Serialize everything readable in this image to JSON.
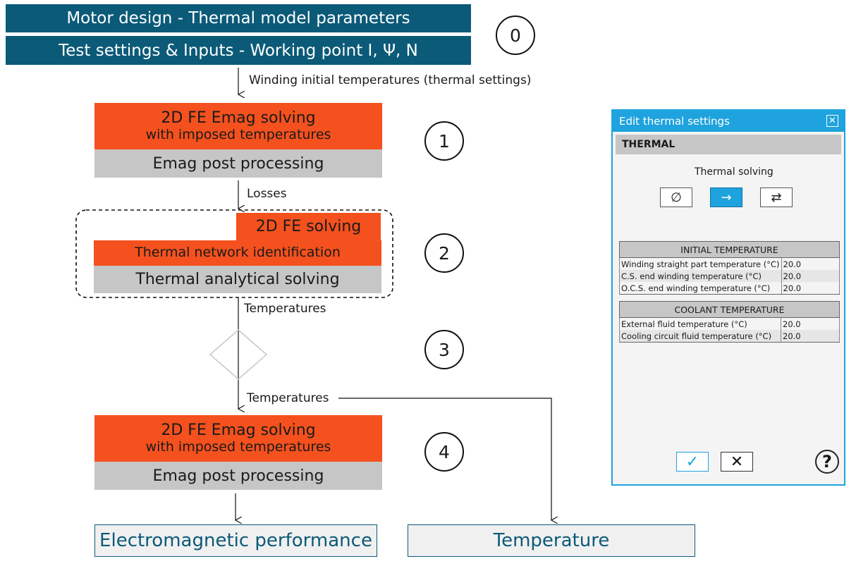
{
  "header": {
    "motor_design": "Motor design - Thermal model parameters",
    "test_settings": "Test settings & Inputs - Working point I, Ψ, N"
  },
  "steps": [
    "0",
    "1",
    "2",
    "3",
    "4"
  ],
  "flow": {
    "init_label": "Winding initial temperatures (thermal settings)",
    "block1": {
      "title": "2D FE Emag solving",
      "subtitle": "with imposed temperatures",
      "post": "Emag post processing"
    },
    "losses_label": "Losses",
    "block2": {
      "fe": "2D FE solving",
      "identification": "Thermal network identification",
      "analytical": "Thermal analytical solving"
    },
    "temperatures_label_1": "Temperatures",
    "temperatures_label_2": "Temperatures",
    "block4": {
      "title": "2D FE Emag solving",
      "subtitle": "with imposed temperatures",
      "post": "Emag post processing"
    },
    "output_emag": "Electromagnetic performance",
    "output_temp": "Temperature"
  },
  "colors": {
    "teal": "#0b5a78",
    "orange": "#f4511e",
    "grey": "#c6c6c6",
    "dialog_accent": "#1ea3de"
  },
  "dialog": {
    "title": "Edit thermal settings",
    "close_icon": "close-icon",
    "section": "THERMAL",
    "solving_label": "Thermal solving",
    "solving_options": [
      {
        "icon": "none-icon",
        "glyph": "∅",
        "selected": false
      },
      {
        "icon": "one-way-arrow-icon",
        "glyph": "→",
        "selected": true
      },
      {
        "icon": "two-way-arrows-icon",
        "glyph": "⇄",
        "selected": false
      }
    ],
    "initial_temperature": {
      "header": "INITIAL TEMPERATURE",
      "rows": [
        {
          "label": "Winding straight part temperature (°C)",
          "value": "20.0"
        },
        {
          "label": "C.S. end winding temperature (°C)",
          "value": "20.0"
        },
        {
          "label": "O.C.S. end winding temperature (°C)",
          "value": "20.0"
        }
      ]
    },
    "coolant_temperature": {
      "header": "COOLANT TEMPERATURE",
      "rows": [
        {
          "label": "External fluid temperature (°C)",
          "value": "20.0"
        },
        {
          "label": "Cooling circuit fluid temperature (°C)",
          "value": "20.0"
        }
      ]
    },
    "ok_glyph": "✓",
    "cancel_glyph": "✕",
    "help_glyph": "?"
  }
}
